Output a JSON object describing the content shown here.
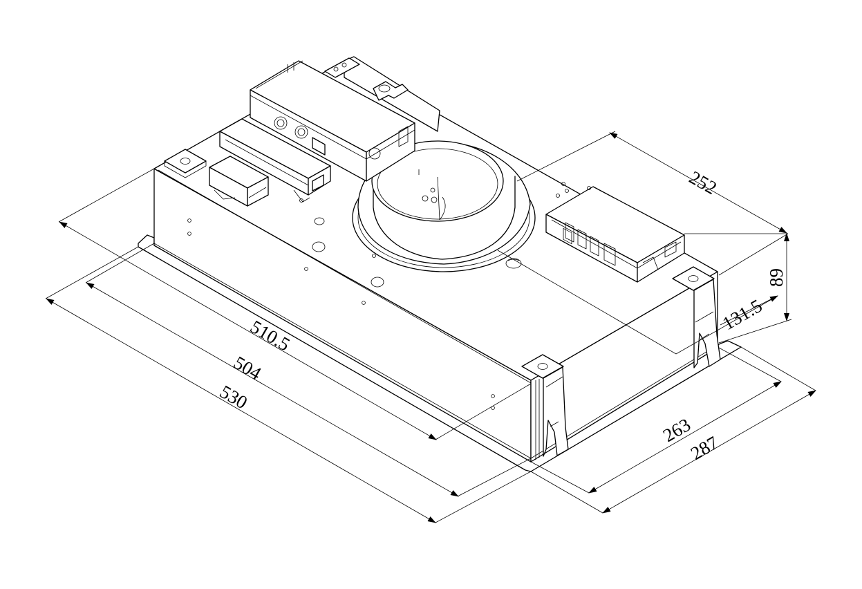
{
  "dimensions": {
    "width_252": "252",
    "height_89": "89",
    "offset_131_5": "131.5",
    "length_510_5": "510.5",
    "length_504": "504",
    "length_530": "530",
    "depth_263": "263",
    "depth_287": "287"
  }
}
